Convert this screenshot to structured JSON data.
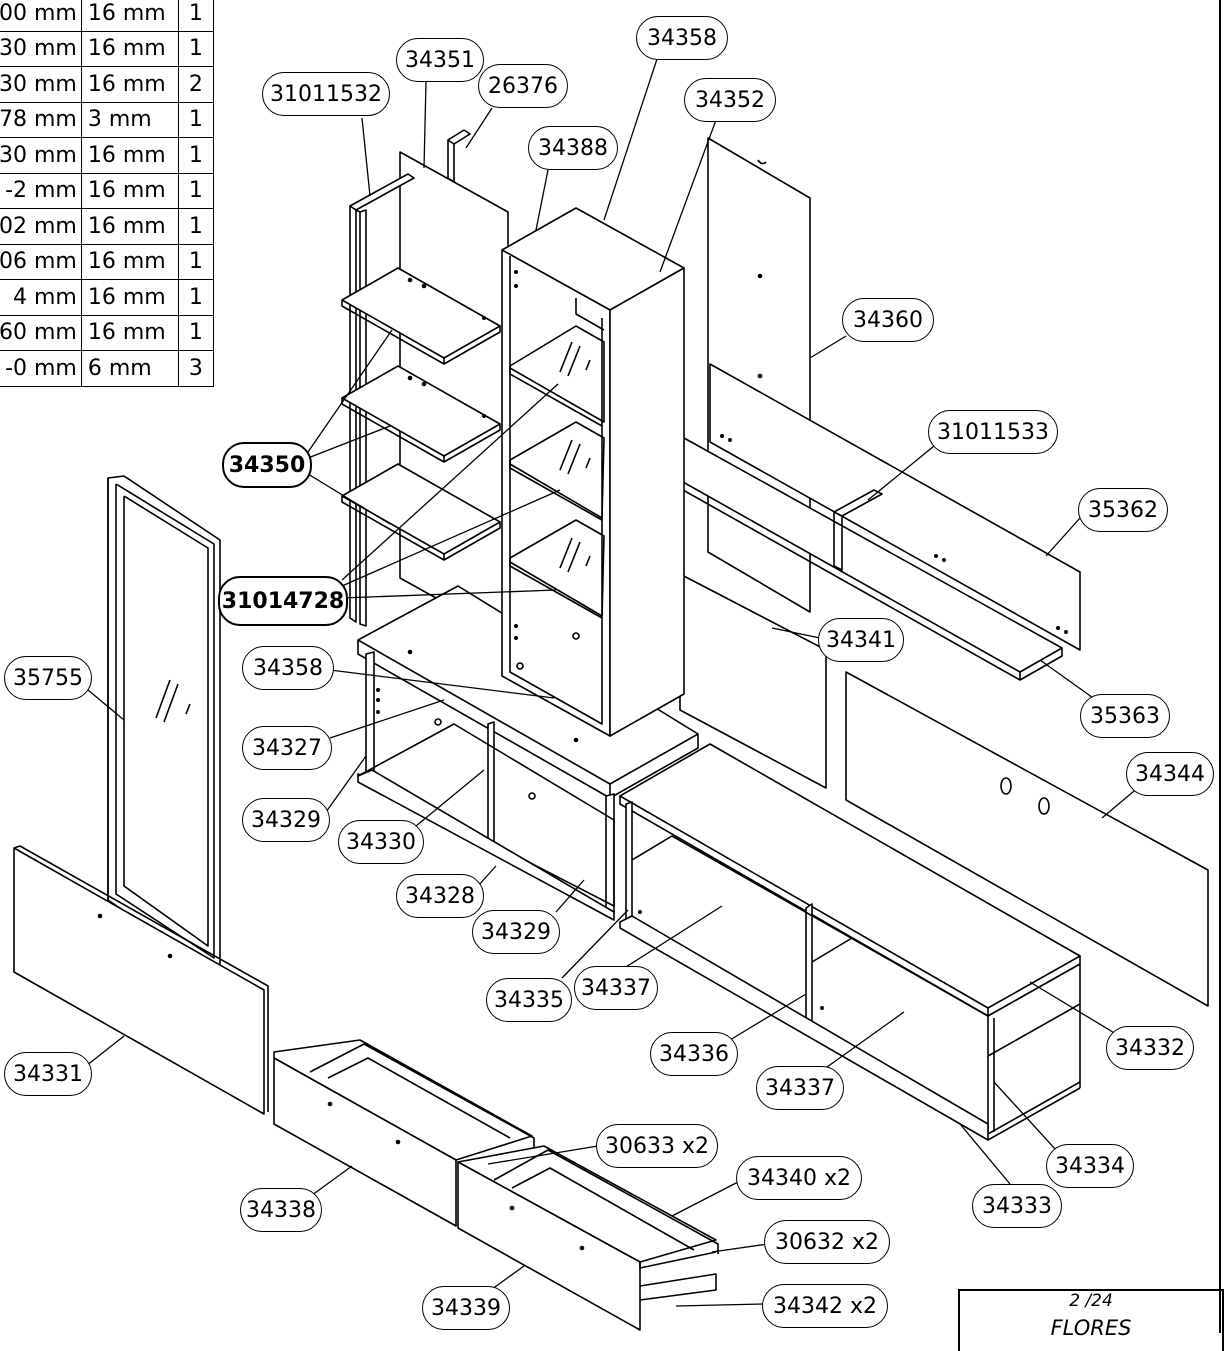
{
  "dimension_table": {
    "rows": [
      {
        "length": "00 mm",
        "thickness": "16 mm",
        "qty": "1"
      },
      {
        "length": "30 mm",
        "thickness": "16 mm",
        "qty": "1"
      },
      {
        "length": "30 mm",
        "thickness": "16 mm",
        "qty": "2"
      },
      {
        "length": "78 mm",
        "thickness": "3 mm",
        "qty": "1"
      },
      {
        "length": "30 mm",
        "thickness": "16 mm",
        "qty": "1"
      },
      {
        "length": "-2 mm",
        "thickness": "16 mm",
        "qty": "1"
      },
      {
        "length": "02 mm",
        "thickness": "16 mm",
        "qty": "1"
      },
      {
        "length": "06 mm",
        "thickness": "16 mm",
        "qty": "1"
      },
      {
        "length": "4 mm",
        "thickness": "16 mm",
        "qty": "1"
      },
      {
        "length": "60 mm",
        "thickness": "16 mm",
        "qty": "1"
      },
      {
        "length": "-0 mm",
        "thickness": "6 mm",
        "qty": "3"
      }
    ]
  },
  "callouts": {
    "c34358_top": "34358",
    "c34351": "34351",
    "c26376": "26376",
    "c31011532": "31011532",
    "c34352": "34352",
    "c34388": "34388",
    "c34360": "34360",
    "c31011533": "31011533",
    "c35362": "35362",
    "c34350": "34350",
    "c31014728": "31014728",
    "c34341": "34341",
    "c35363": "35363",
    "c34358_mid": "34358",
    "c35755": "35755",
    "c34327": "34327",
    "c34344": "34344",
    "c34329_a": "34329",
    "c34330": "34330",
    "c34328": "34328",
    "c34329_b": "34329",
    "c34335": "34335",
    "c34337_a": "34337",
    "c34332": "34332",
    "c34336": "34336",
    "c34337_b": "34337",
    "c34331": "34331",
    "c34334": "34334",
    "c30633": "30633 x2",
    "c34340": "34340 x2",
    "c34333": "34333",
    "c34338": "34338",
    "c30632": "30632 x2",
    "c34339": "34339",
    "c34342": "34342 x2"
  },
  "title_block": {
    "page": "2 /24",
    "name": "FLORES"
  }
}
